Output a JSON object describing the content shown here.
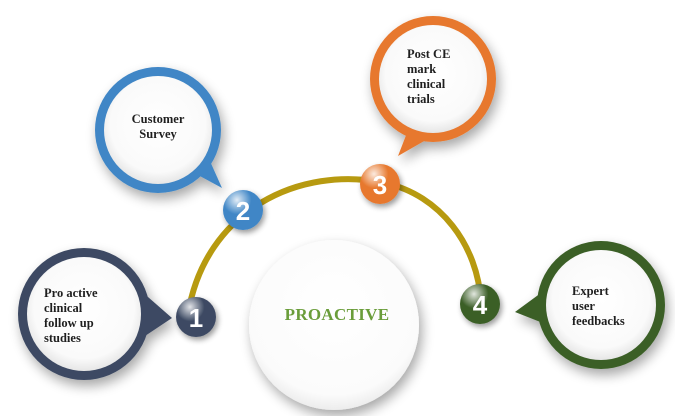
{
  "center": {
    "label": "PROACTIVE",
    "label_color": "#6a9d3a"
  },
  "arc_color": "#b79a10",
  "steps": [
    {
      "number": "1",
      "text_lines": [
        "Pro active",
        "clinical",
        "follow up",
        "studies"
      ],
      "color": "#3d4a63"
    },
    {
      "number": "2",
      "text_lines": [
        "Customer",
        "Survey"
      ],
      "color": "#3f86c6"
    },
    {
      "number": "3",
      "text_lines": [
        "Post CE",
        "mark",
        "clinical",
        "trials"
      ],
      "color": "#e7782d"
    },
    {
      "number": "4",
      "text_lines": [
        "Expert",
        "user",
        "feedbacks"
      ],
      "color": "#3b5e27"
    }
  ]
}
